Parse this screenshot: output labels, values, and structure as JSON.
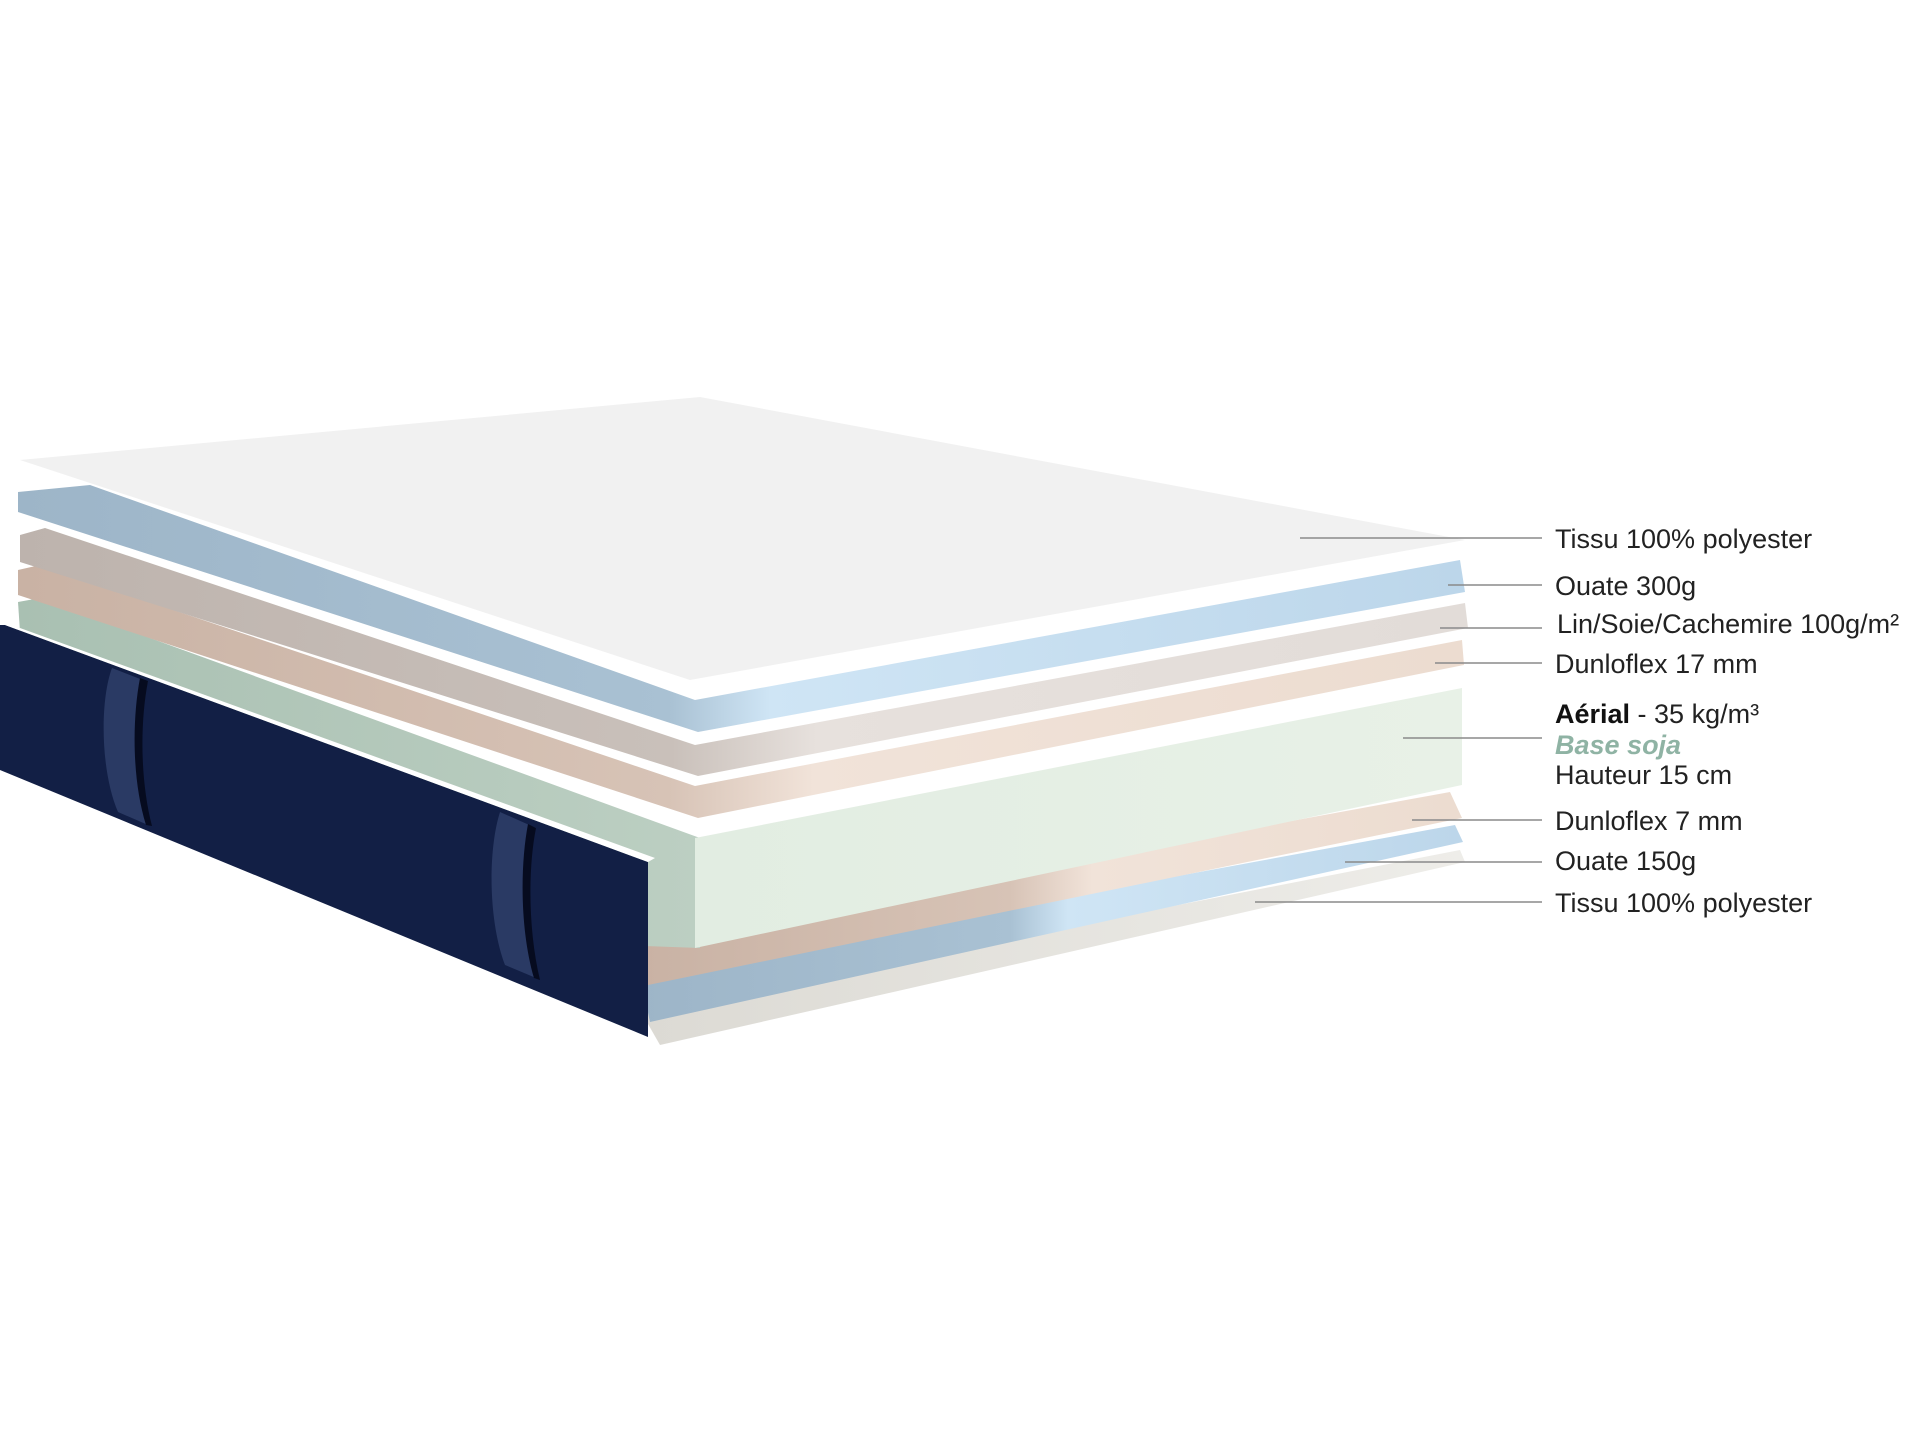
{
  "layers": [
    {
      "id": "top-fabric",
      "label": "Tissu 100% polyester"
    },
    {
      "id": "top-wadding",
      "label": "Ouate 300g"
    },
    {
      "id": "natural-fibers",
      "label": "Lin/Soie/Cachemire 100g/m²"
    },
    {
      "id": "dunloflex-top",
      "label": "Dunloflex 17 mm"
    },
    {
      "id": "core",
      "label_strong": "Aérial",
      "label_rest": " - 35 kg/m³",
      "label_accent": "Base soja",
      "label_height": "Hauteur 15 cm"
    },
    {
      "id": "dunloflex-bottom",
      "label": "Dunloflex 7 mm"
    },
    {
      "id": "bottom-wadding",
      "label": "Ouate 150g"
    },
    {
      "id": "bottom-fabric",
      "label": "Tissu 100% polyester"
    }
  ],
  "colors": {
    "fabric_top": "#f2f2f2",
    "wadding": "#b9d3e4",
    "natural": "#d9d2ce",
    "dunloflex": "#e9d8cc",
    "core": "#dfeadf",
    "border_navy": "#121f45",
    "fabric_bottom": "#e8e8e4"
  }
}
